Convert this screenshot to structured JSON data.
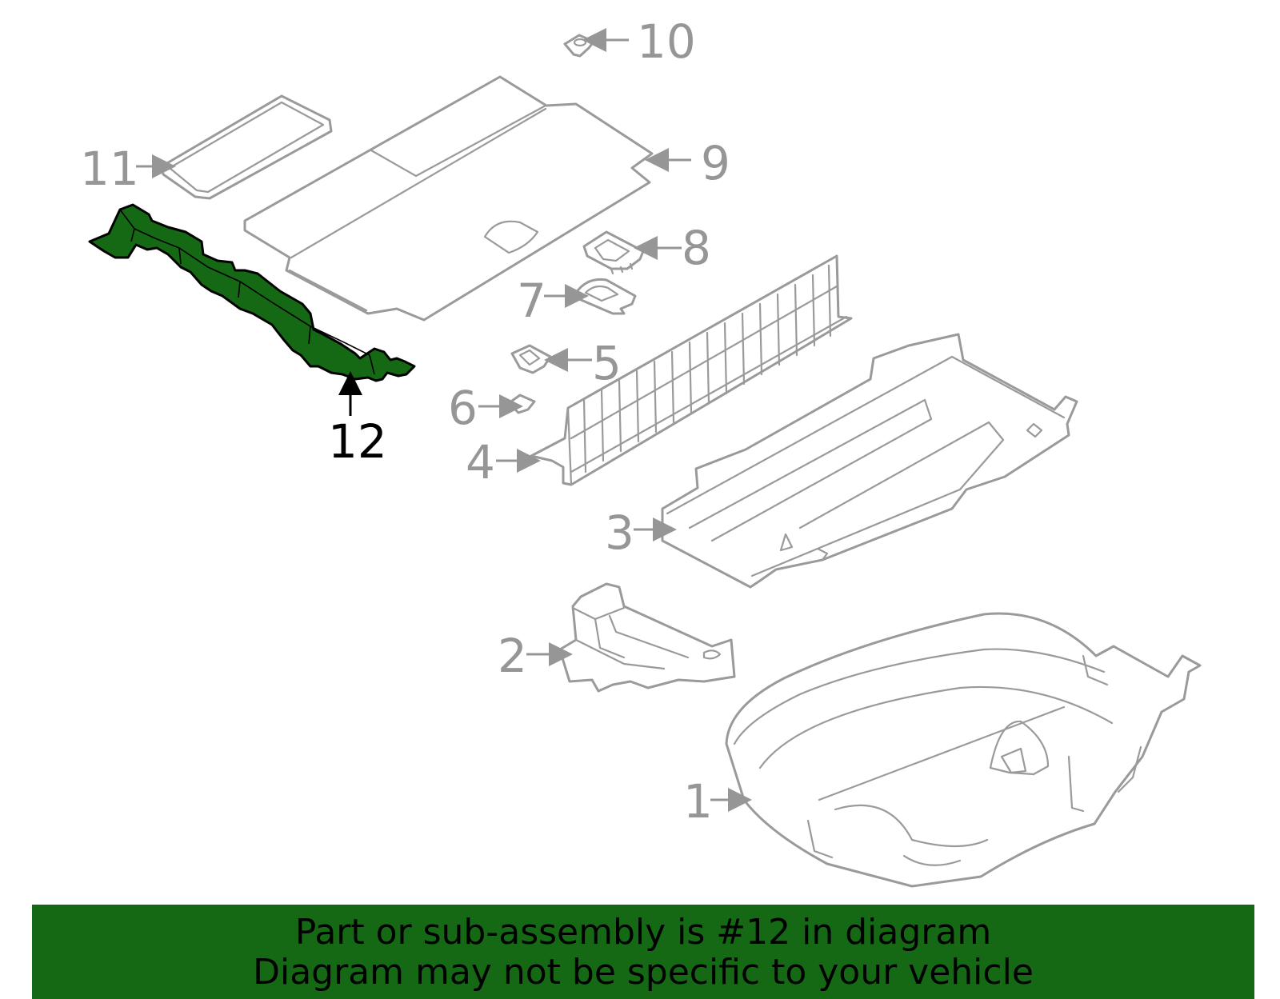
{
  "diagram": {
    "highlight_color": "#156914",
    "callouts": [
      {
        "id": "1",
        "label": "1",
        "highlighted": false
      },
      {
        "id": "2",
        "label": "2",
        "highlighted": false
      },
      {
        "id": "3",
        "label": "3",
        "highlighted": false
      },
      {
        "id": "4",
        "label": "4",
        "highlighted": false
      },
      {
        "id": "5",
        "label": "5",
        "highlighted": false
      },
      {
        "id": "6",
        "label": "6",
        "highlighted": false
      },
      {
        "id": "7",
        "label": "7",
        "highlighted": false
      },
      {
        "id": "8",
        "label": "8",
        "highlighted": false
      },
      {
        "id": "9",
        "label": "9",
        "highlighted": false
      },
      {
        "id": "10",
        "label": "10",
        "highlighted": false
      },
      {
        "id": "11",
        "label": "11",
        "highlighted": false
      },
      {
        "id": "12",
        "label": "12",
        "highlighted": true
      }
    ]
  },
  "banner": {
    "line1": "Part or sub-assembly is #12 in diagram",
    "line2": "Diagram may not be specific to your vehicle",
    "background": "#156914"
  }
}
